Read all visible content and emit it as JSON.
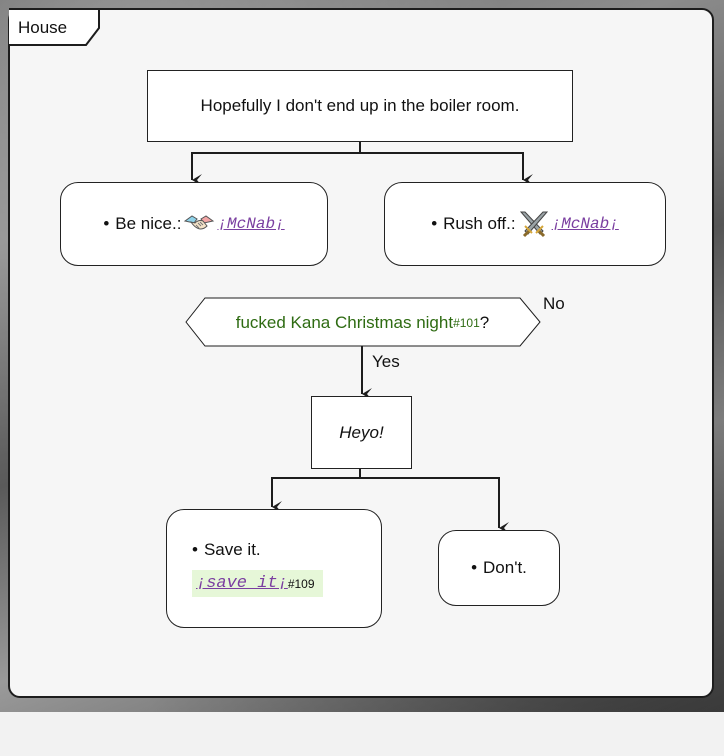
{
  "diagram": {
    "frame_title": "House",
    "start_node": "Hopefully I don't end up in the boiler room.",
    "options": [
      {
        "bullet": "•",
        "label": "Be nice.:",
        "icon": "handshake-icon",
        "link": "¡McNab¡"
      },
      {
        "bullet": "•",
        "label": "Rush off.:",
        "icon": "crossed-swords-icon",
        "link": "¡McNab¡"
      }
    ],
    "decision": {
      "condition": "fucked Kana Christmas night",
      "ref": "#101",
      "question_mark": "?",
      "yes_label": "Yes",
      "no_label": "No"
    },
    "yes_node": "Heyo!",
    "choices": [
      {
        "bullet": "•",
        "label": "Save it.",
        "code": "¡save it¡",
        "ref": "#109"
      },
      {
        "bullet": "•",
        "label": "Don't."
      }
    ],
    "colors": {
      "condition_text": "#2e6b12",
      "link_text": "#7a3ea0",
      "save_highlight": "#e6f7d8",
      "frame_border": "#1d1d1d"
    }
  }
}
